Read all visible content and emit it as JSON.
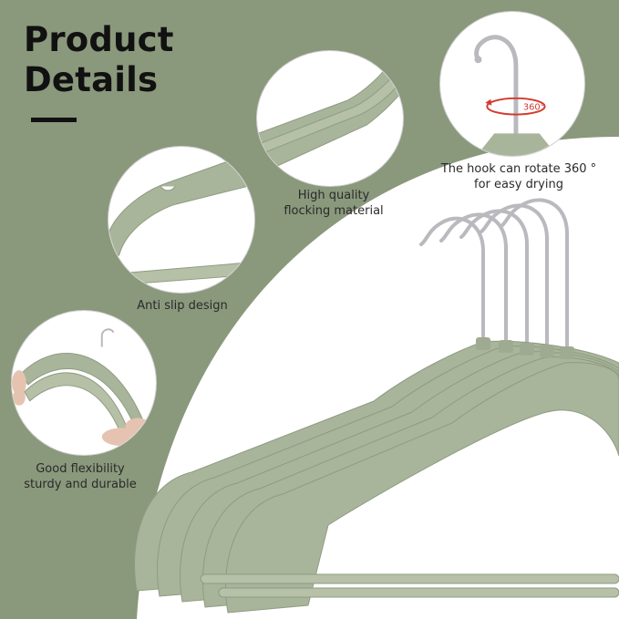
{
  "title": {
    "line1": "Product",
    "line2": "Details"
  },
  "colors": {
    "background_sage": "#8a987c",
    "hanger_sage": "#a9b59a",
    "hook_chrome": "#c8c8cc",
    "rotation_arrow": "#d23b2f",
    "text": "#111111"
  },
  "features": [
    {
      "id": "flocking",
      "caption": "High quality\nflocking material"
    },
    {
      "id": "rotate",
      "caption": "The hook can rotate 360 °\nfor easy drying",
      "badge": "360°"
    },
    {
      "id": "antislip",
      "caption": "Anti slip design"
    },
    {
      "id": "flex",
      "caption": "Good flexibility\nsturdy and durable"
    }
  ]
}
